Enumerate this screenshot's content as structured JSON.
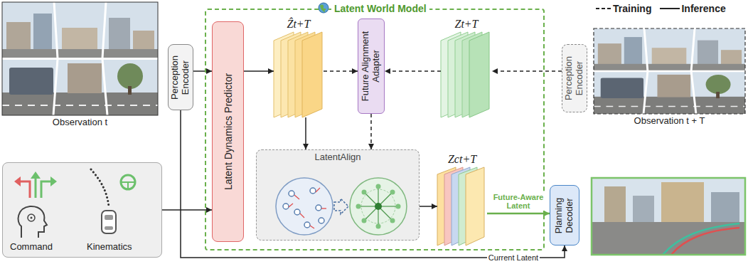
{
  "diagram": {
    "nodes": [
      {
        "text": [
          "Observation t"
        ]
      },
      {
        "text": [
          "Perception Encoder"
        ]
      },
      {
        "text": [
          "Latent World Model"
        ]
      },
      {
        "text": [
          "Latent Dynamics Predictor"
        ],
        "in": 2
      },
      {
        "text": [
          "Ẑt+T"
        ],
        "in": 2
      },
      {
        "text": [
          "Future Alignment Adapter"
        ],
        "in": 2
      },
      {
        "text": [
          "Zt+T"
        ],
        "in": 2
      },
      {
        "text": [
          "LatentAlign"
        ],
        "in": 2
      },
      {
        "text": [
          "Zct+T"
        ],
        "in": 2
      },
      {
        "text": [
          "Perception Encoder"
        ]
      },
      {
        "text": [
          "Observation t + T"
        ]
      },
      {
        "text": [
          "Command",
          "Kinematics"
        ]
      },
      {
        "text": [
          "Planning Decoder"
        ]
      }
    ],
    "edges": [
      {
        "from": 1,
        "to": 3,
        "arrow": "to"
      },
      {
        "from": 11,
        "to": 3,
        "arrow": "to"
      },
      {
        "from": 3,
        "to": 4,
        "arrow": "to"
      },
      {
        "from": 4,
        "to": 5,
        "arrow": "to"
      },
      {
        "from": 6,
        "to": 5,
        "arrow": "to"
      },
      {
        "from": 9,
        "to": 6,
        "arrow": "to"
      },
      {
        "from": 4,
        "to": 7,
        "arrow": "to"
      },
      {
        "from": 5,
        "to": 7,
        "arrow": "to"
      },
      {
        "from": 7,
        "to": 8,
        "arrow": "to"
      },
      {
        "from": 8,
        "to": 12,
        "label": "Future-Aware Latent",
        "arrow": "to"
      },
      {
        "from": 1,
        "to": 12,
        "label": "Current Latent",
        "arrow": "to"
      }
    ],
    "legend": [
      {
        "text": "Training"
      },
      {
        "text": "Inference"
      }
    ]
  }
}
